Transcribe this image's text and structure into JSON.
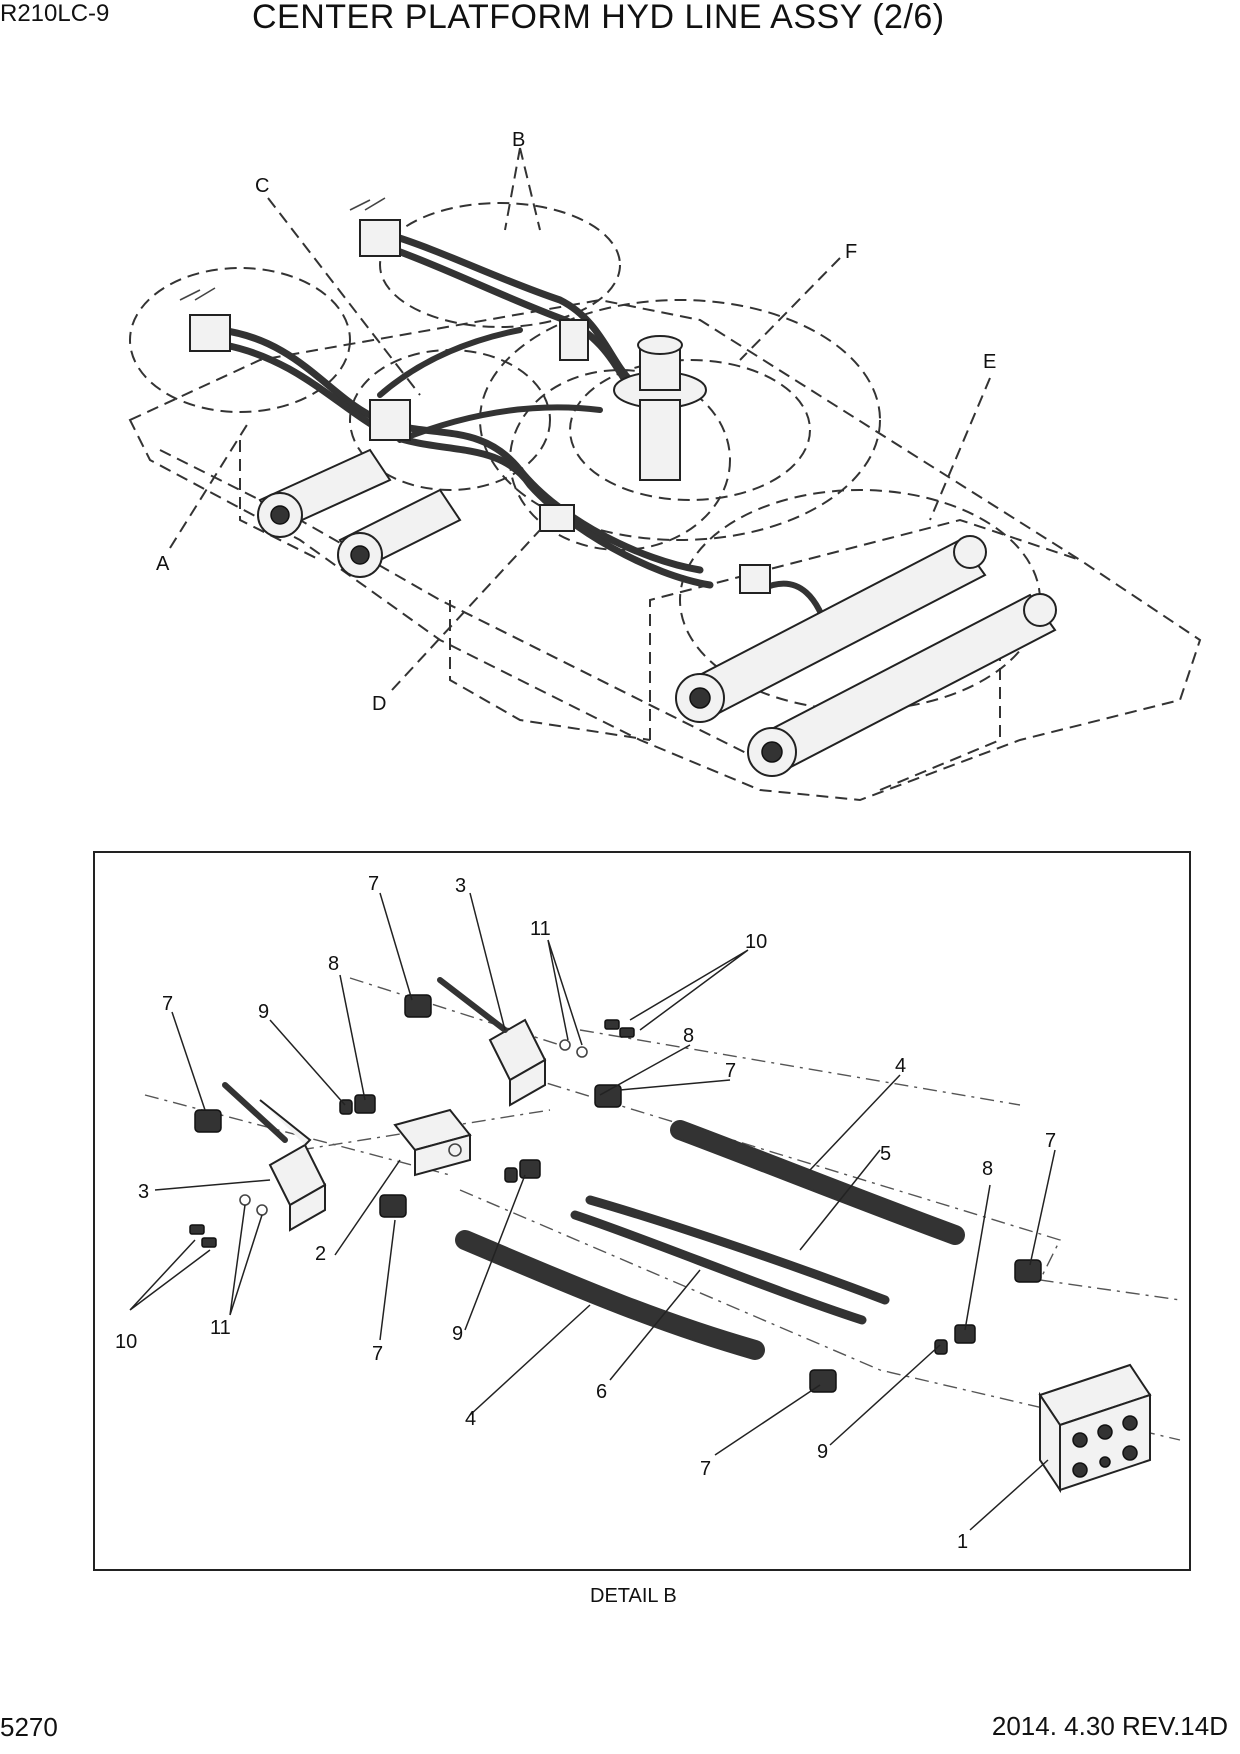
{
  "header": {
    "model": "R210LC-9",
    "title": "CENTER PLATFORM HYD LINE ASSY (2/6)"
  },
  "overview": {
    "view_labels": {
      "A": "A",
      "B": "B",
      "C": "C",
      "D": "D",
      "E": "E",
      "F": "F"
    }
  },
  "detail": {
    "caption": "DETAIL B",
    "callouts": {
      "p1": "1",
      "p2": "2",
      "p3": "3",
      "p4": "4",
      "p5": "5",
      "p6": "6",
      "p7": "7",
      "p8": "8",
      "p9": "9",
      "p10": "10",
      "p11": "11"
    }
  },
  "footer": {
    "page_number": "5270",
    "revision": "2014. 4.30  REV.14D"
  }
}
